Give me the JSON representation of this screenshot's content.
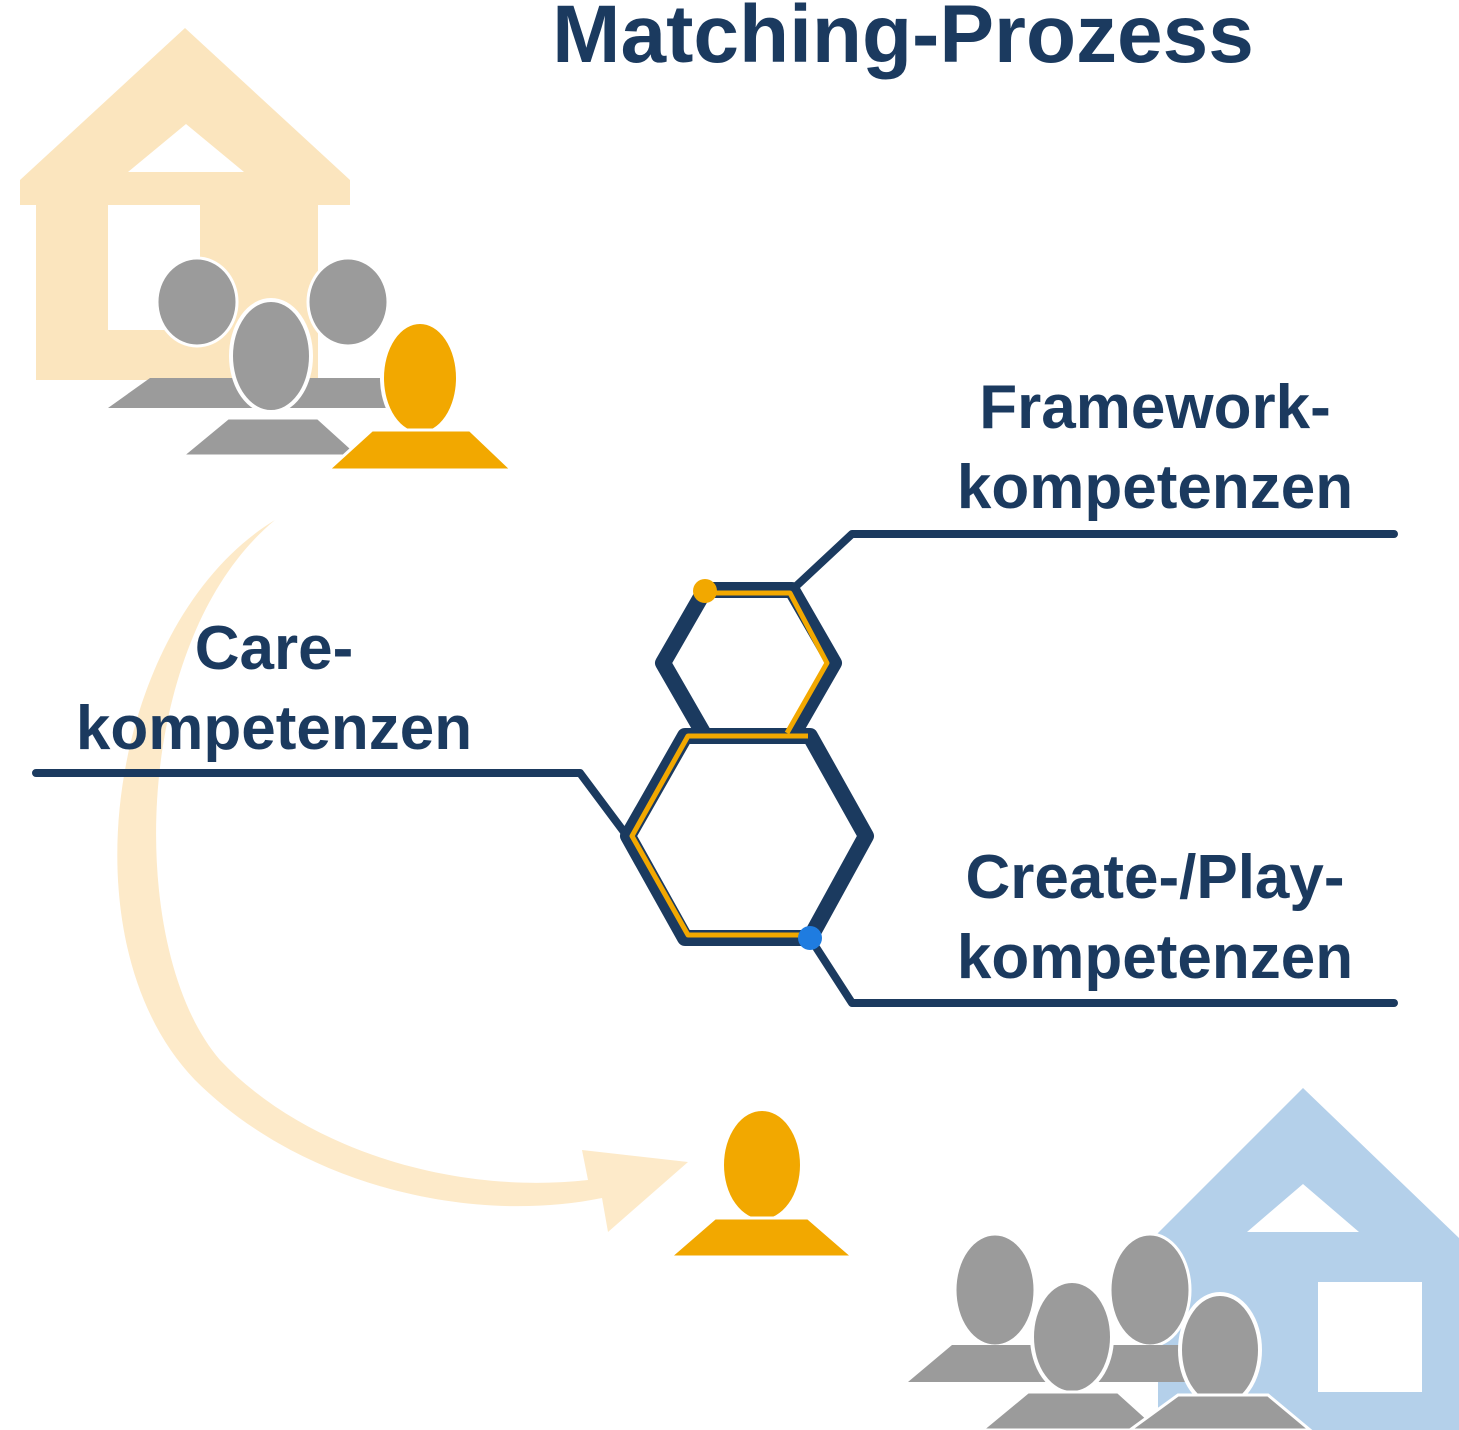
{
  "title": "Matching-Prozess",
  "labels": {
    "framework": [
      "Framework-",
      "kompetenzen"
    ],
    "care": [
      "Care-",
      "kompetenzen"
    ],
    "create_play": [
      "Create-/Play-",
      "kompetenzen"
    ]
  },
  "icons": {
    "source_house": "house-icon",
    "target_house": "house-icon",
    "person": "person-icon",
    "transfer_arrow": "curved-arrow-icon",
    "competence_hexagons": "hexagon-icon"
  },
  "colors": {
    "title": "#1b3a5f",
    "text": "#1b3a5f",
    "navy": "#1b3a5f",
    "orange": "#f2a800",
    "gray": "#9b9b9b",
    "house_source": "#fbe5be",
    "house_target": "#b4d0ea",
    "arrow": "#fdeac9",
    "dot_orange": "#f2a800",
    "dot_blue": "#1f7ce0"
  }
}
